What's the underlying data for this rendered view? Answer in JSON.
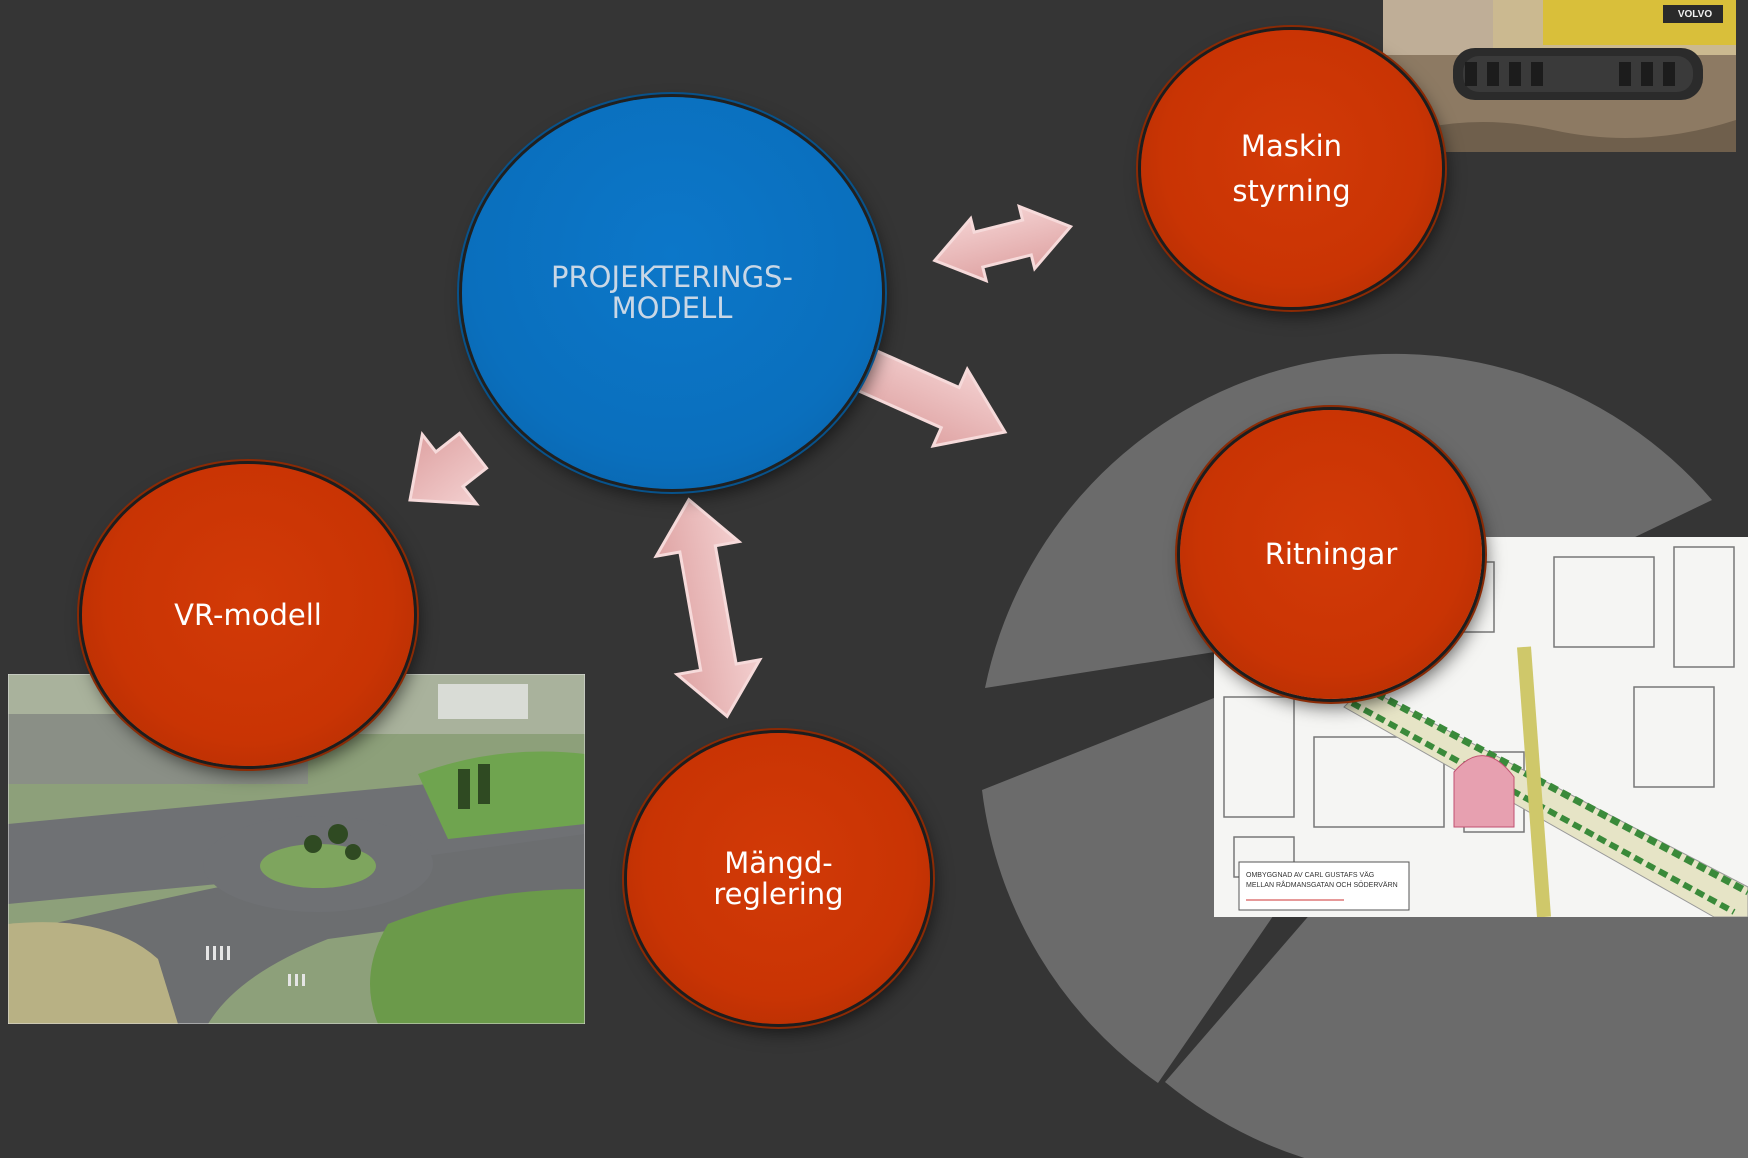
{
  "colors": {
    "background": "#353535",
    "center_node": "#0a6fbd",
    "satellite_node": "#c93404",
    "arrow_fill": "#e8b4b4",
    "arrow_stroke": "#f6dada",
    "logo_shape": "#6b6b6b"
  },
  "nodes": {
    "center": {
      "label": "PROJEKTERINGS-\nMODELL"
    },
    "maskin": {
      "label": "Maskin\nstyrning"
    },
    "ritningar": {
      "label": "Ritningar"
    },
    "vr": {
      "label": "VR-modell"
    },
    "mangd": {
      "label": "Mängd-\nreglering"
    }
  },
  "connections": [
    {
      "from": "center",
      "to": "maskin",
      "arrow": "bidirectional"
    },
    {
      "from": "center",
      "to": "ritningar",
      "arrow": "forward"
    },
    {
      "from": "center",
      "to": "vr",
      "arrow": "forward"
    },
    {
      "from": "center",
      "to": "mangd",
      "arrow": "bidirectional"
    }
  ],
  "images": [
    {
      "name": "excavator-photo",
      "depicts": "Volvo excavator on construction site",
      "brand_text": "VOLVO"
    },
    {
      "name": "vr-model-render",
      "depicts": "3D VR model of a roundabout"
    },
    {
      "name": "road-drawing",
      "depicts": "Road plan drawing",
      "caption_lines": [
        "OMBYGGNAD AV CARL GUSTAFS VÄG",
        "MELLAN RÅDMANSGATAN OCH SÖDERVÄRN"
      ]
    }
  ]
}
